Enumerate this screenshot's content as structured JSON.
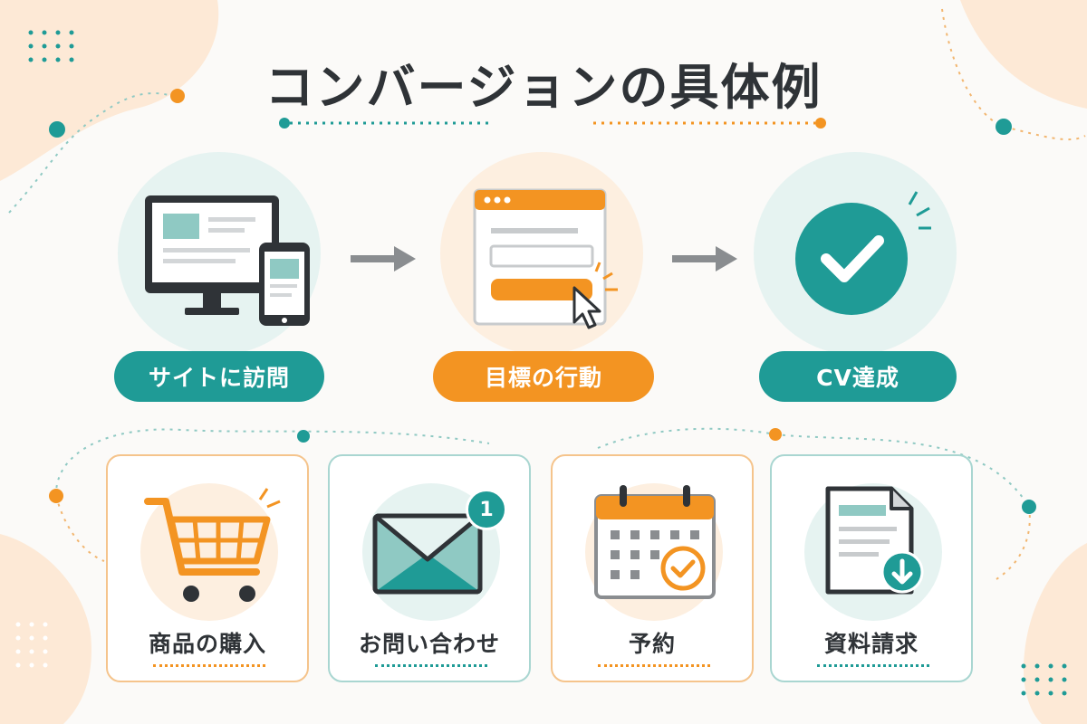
{
  "title": "コンバージョンの具体例",
  "colors": {
    "teal": "#1f9b96",
    "orange": "#f39422",
    "dark": "#2f3337",
    "tealLight": "#e6f3f1",
    "orangeLight": "#fdefe0"
  },
  "steps": [
    {
      "label": "サイトに訪問",
      "icon": "devices-icon"
    },
    {
      "label": "目標の行動",
      "icon": "form-click-icon"
    },
    {
      "label": "CV達成",
      "icon": "checkmark-icon"
    }
  ],
  "examples": [
    {
      "label": "商品の購入",
      "icon": "shopping-cart-icon"
    },
    {
      "label": "お問い合わせ",
      "icon": "envelope-icon",
      "badge": "1"
    },
    {
      "label": "予約",
      "icon": "calendar-check-icon"
    },
    {
      "label": "資料請求",
      "icon": "document-download-icon"
    }
  ]
}
